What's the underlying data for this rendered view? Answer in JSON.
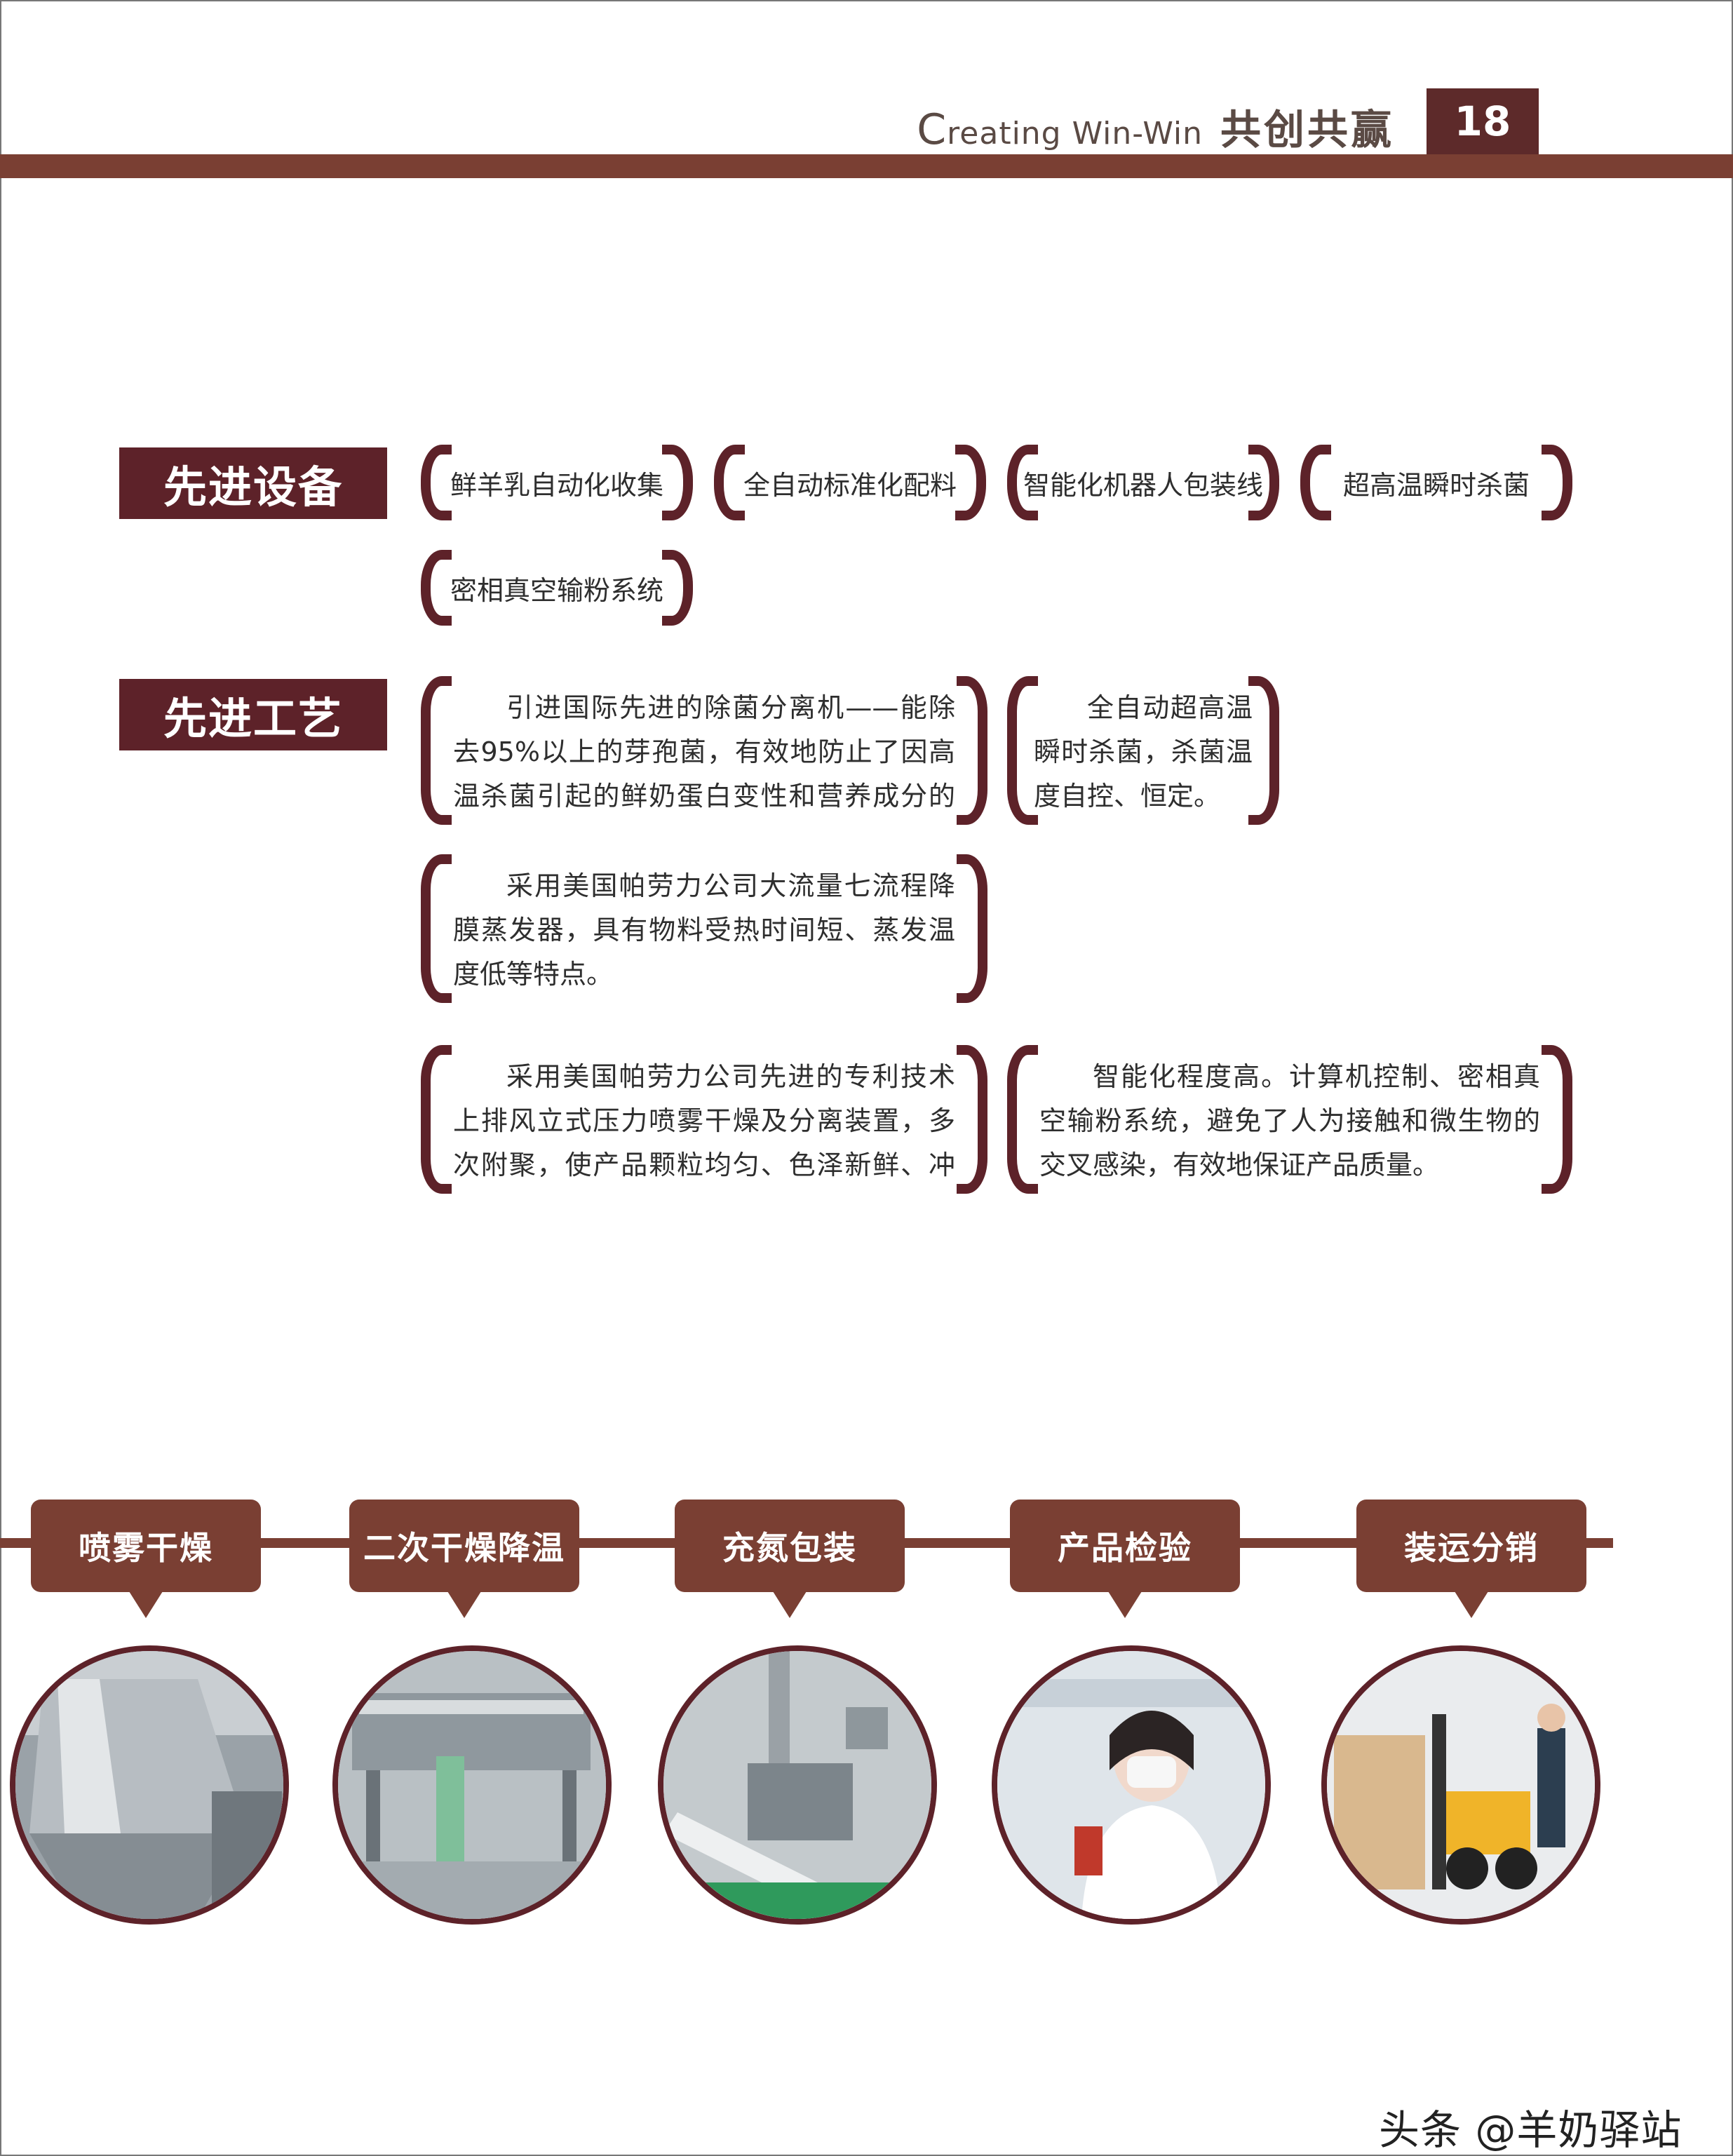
{
  "header": {
    "en_initial": "C",
    "en_rest": "reating Win-Win",
    "zh_title": "共创共赢",
    "page_number": "18"
  },
  "equipment": {
    "label": "先进设备",
    "items": [
      "鲜羊乳自动化收集",
      "全自动标准化配料",
      "智能化机器人包装线",
      "超高温瞬时杀菌",
      "密相真空输粉系统"
    ]
  },
  "process_tech": {
    "label": "先进工艺",
    "paragraphs": [
      "引进国际先进的除菌分离机——能除去95%以上的芽孢菌，有效地防止了因高温杀菌引起的鲜奶蛋白变性和营养成分的损失。",
      "全自动超高温瞬时杀菌，杀菌温度自控、恒定。",
      "采用美国帕劳力公司大流量七流程降膜蒸发器，具有物料受热时间短、蒸发温度低等特点。",
      "采用美国帕劳力公司先进的专利技术上排风立式压力喷雾干燥及分离装置，多次附聚，使产品颗粒均匀、色泽新鲜、冲调性好。",
      "智能化程度高。计算机控制、密相真空输粉系统，避免了人为接触和微生物的交叉感染，有效地保证产品质量。"
    ]
  },
  "steps": [
    "喷雾干燥",
    "二次干燥降温",
    "充氮包装",
    "产品检验",
    "装运分销"
  ],
  "watermark": "头条 @羊奶驿站",
  "colors": {
    "brand": "#5d2229",
    "bar": "#7a3f33"
  }
}
